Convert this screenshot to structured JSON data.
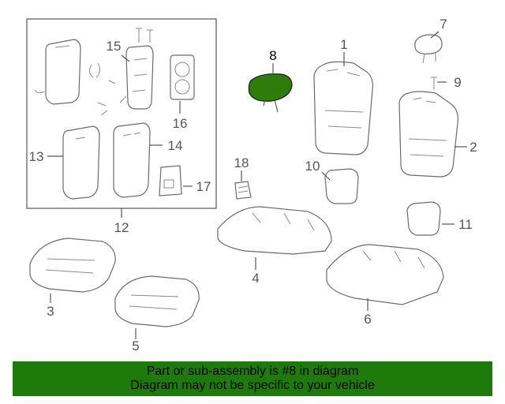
{
  "diagram": {
    "callouts": [
      "1",
      "2",
      "3",
      "4",
      "5",
      "6",
      "7",
      "8",
      "9",
      "10",
      "11",
      "12",
      "13",
      "14",
      "15",
      "16",
      "17",
      "18"
    ],
    "highlighted_part": "8",
    "highlight_color": "#2e7d0a"
  },
  "banner": {
    "line1": "Part or sub-assembly is #8 in diagram",
    "line2": "Diagram may not be specific to your vehicle",
    "background": "#1f7a0c"
  }
}
